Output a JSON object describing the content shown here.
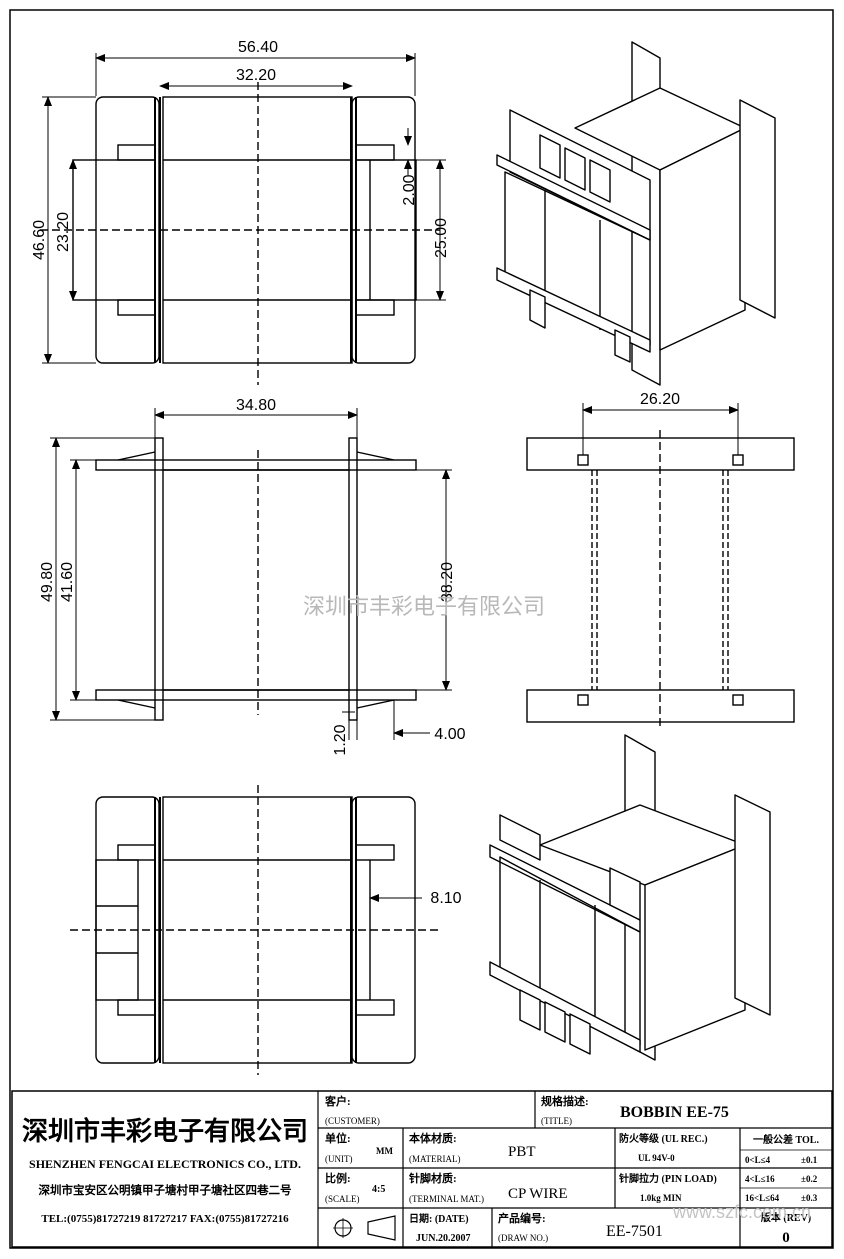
{
  "dimensions": {
    "top_overall_width": "56.40",
    "top_inner_width": "32.20",
    "top_overall_height": "46.60",
    "top_inner_height": "23.20",
    "top_slot": "2.00",
    "top_window_height": "25.00",
    "front_width": "34.80",
    "side_width": "26.20",
    "front_overall_height": "49.80",
    "front_inner_height": "41.60",
    "front_window_height": "38.20",
    "pin_thickness": "1.20",
    "pin_length": "4.00",
    "bottom_offset": "8.10"
  },
  "watermark": {
    "company": "深圳市丰彩电子有限公司",
    "url": "www.szfc.com.cn"
  },
  "title_block": {
    "company_cn": "深圳市丰彩电子有限公司",
    "company_en": "SHENZHEN FENGCAI ELECTRONICS CO., LTD.",
    "address": "深圳市宝安区公明镇甲子塘村甲子塘社区四巷二号",
    "tel_fax": "TEL:(0755)81727219  81727217   FAX:(0755)81727216",
    "customer_label": "客户:",
    "customer_label_en": "(CUSTOMER)",
    "title_label": "规格描述:",
    "title_label_en": "(TITLE)",
    "title_value": "BOBBIN EE-75",
    "unit_label": "单位:",
    "unit_label_en": "(UNIT)",
    "unit_value": "MM",
    "material_label": "本体材质:",
    "material_label_en": "(MATERIAL)",
    "material_value": "PBT",
    "ul_label": "防火等级 (UL REC.)",
    "ul_value": "UL 94V-0",
    "tol_label": "一般公差 TOL.",
    "tol_row1_range": "0<L≤4",
    "tol_row1_val": "±0.1",
    "tol_row2_range": "4<L≤16",
    "tol_row2_val": "±0.2",
    "tol_row3_range": "16<L≤64",
    "tol_row3_val": "±0.3",
    "scale_label": "比例:",
    "scale_label_en": "(SCALE)",
    "scale_value": "4:5",
    "terminal_label": "针脚材质:",
    "terminal_label_en": "(TERMINAL MAT.)",
    "terminal_value": "CP WIRE",
    "pin_load_label": "针脚拉力 (PIN LOAD)",
    "pin_load_value": "1.0kg MIN",
    "date_label": "日期: (DATE)",
    "date_value": "JUN.20.2007",
    "draw_label": "产品编号:",
    "draw_label_en": "(DRAW NO.)",
    "draw_value": "EE-7501",
    "rev_label": "版本 (REV)",
    "rev_value": "0"
  }
}
